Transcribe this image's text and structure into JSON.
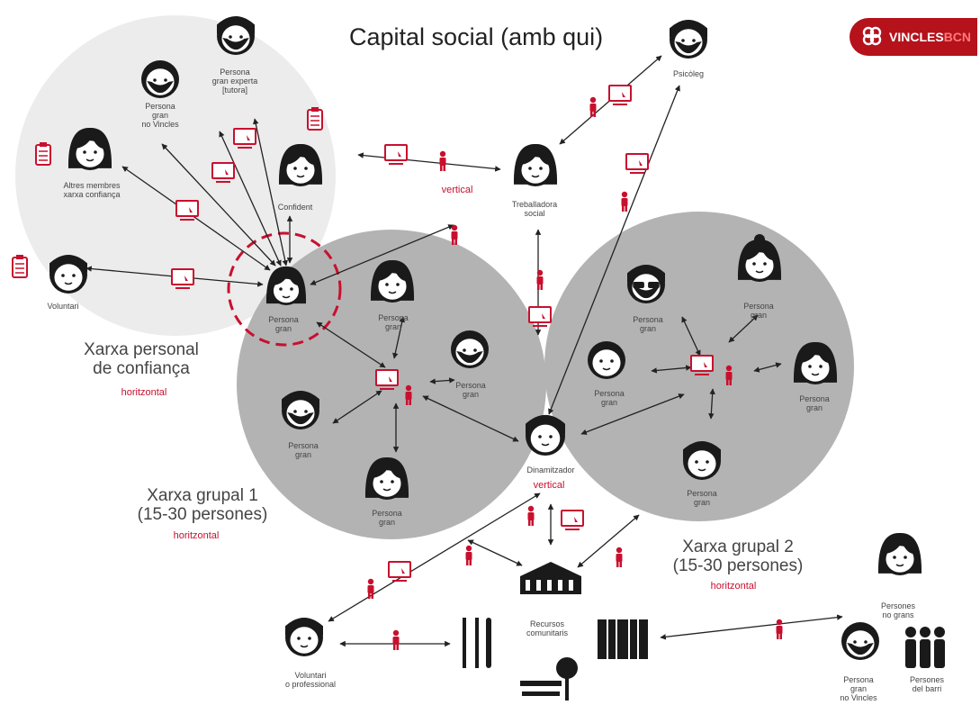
{
  "title": "Capital social (amb qui)",
  "brand": {
    "name": "VINCLES",
    "suffix": "BCN"
  },
  "colors": {
    "red": "#c8102e",
    "dark_circle": "#b3b3b3",
    "light_circle": "#ececec",
    "icon": "#1a1a1a"
  },
  "nodes": {
    "persona_gran_experta": "Persona\ngran experta\n[tutora]",
    "persona_gran_no_vincles": "Persona\ngran\nno Vincles",
    "altres_membres": "Altres membres\nxarxa confiança",
    "confident": "Confident",
    "voluntari": "Voluntari",
    "persona_gran_center": "Persona\ngran",
    "psicoleg": "Psicòleg",
    "treballadora_social": "Treballadora\nsocial",
    "dinamitzador": "Dinamitzador",
    "g1_top": "Persona\ngran",
    "g1_right": "Persona\ngran",
    "g1_left": "Persona\ngran",
    "g1_bottom": "Persona\ngran",
    "g2_topleft": "Persona\ngran",
    "g2_topright": "Persona\ngran",
    "g2_left": "Persona\ngran",
    "g2_right": "Persona\ngran",
    "g2_bottom": "Persona\ngran",
    "voluntari_professional": "Voluntari\no professional",
    "recursos": "Recursos\ncomunitaris",
    "persones_no_grans": "Persones\nno grans",
    "persona_gran_no_vincles_br": "Persona\ngran\nno Vincles",
    "persones_barri": "Persones\ndel barri"
  },
  "regions": {
    "xarxa_personal": "Xarxa personal\nde confiança",
    "xarxa_personal_tag": "horitzontal",
    "xarxa_grupal_1": "Xarxa grupal 1\n(15-30 persones)",
    "xarxa_grupal_1_tag": "horitzontal",
    "xarxa_grupal_2": "Xarxa grupal 2\n(15-30 persones)",
    "xarxa_grupal_2_tag": "horitzontal",
    "vertical_top": "vertical",
    "vertical_dinamitzador": "vertical"
  }
}
